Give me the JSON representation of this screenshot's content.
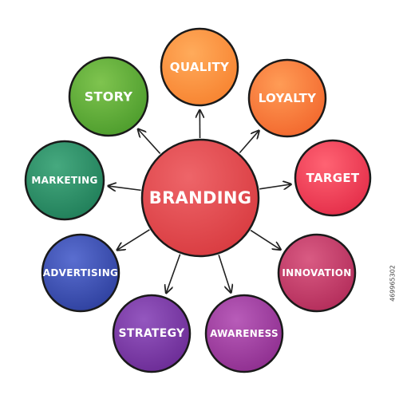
{
  "center": {
    "label": "BRANDING",
    "color": "#d83a3f",
    "highlight": "#ee6569"
  },
  "nodes": [
    {
      "id": "quality",
      "label": "QUALITY",
      "color": "#f7822f",
      "highlight": "#ffab5b"
    },
    {
      "id": "loyalty",
      "label": "LOYALTY",
      "color": "#f2662c",
      "highlight": "#ff9c56"
    },
    {
      "id": "target",
      "label": "TARGET",
      "color": "#e32c48",
      "highlight": "#ff6373"
    },
    {
      "id": "innovation",
      "label": "INNOVATION",
      "color": "#b22b59",
      "highlight": "#d95b83"
    },
    {
      "id": "awareness",
      "label": "AWARENESS",
      "color": "#8d2d8e",
      "highlight": "#b85cb9"
    },
    {
      "id": "strategy",
      "label": "STRATEGY",
      "color": "#6a2a94",
      "highlight": "#9457bf"
    },
    {
      "id": "advertising",
      "label": "ADVERTISING",
      "color": "#2d3f9d",
      "highlight": "#5a6ed0"
    },
    {
      "id": "marketing",
      "label": "MARKETING",
      "color": "#1f7d58",
      "highlight": "#46a97f"
    },
    {
      "id": "story",
      "label": "STORY",
      "color": "#4b9b2b",
      "highlight": "#7fc44f"
    }
  ],
  "stock_id": "469965302"
}
